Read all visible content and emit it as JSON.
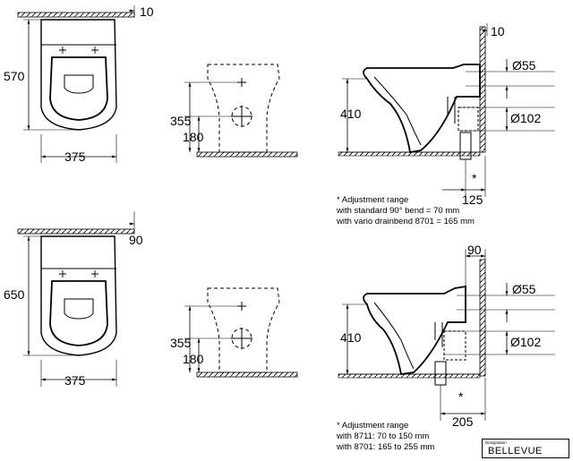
{
  "top_row": {
    "plan": {
      "depth": "570",
      "width": "375",
      "offset": "10"
    },
    "rear": {
      "height_a": "355",
      "height_b": "180"
    },
    "side": {
      "offset": "10",
      "pipe_a": "Ø55",
      "pipe_b": "Ø102",
      "height": "410",
      "outlet": "125",
      "mark": "*"
    }
  },
  "bottom_row": {
    "plan": {
      "depth": "650",
      "width": "375",
      "offset": "90"
    },
    "rear": {
      "height_a": "355",
      "height_b": "180"
    },
    "side": {
      "offset": "90",
      "pipe_a": "Ø55",
      "pipe_b": "Ø102",
      "height": "410",
      "outlet": "205",
      "mark": "*"
    }
  },
  "notes": {
    "top": [
      "* Adjustment range",
      "with standard 90° bend = 70 mm",
      "with vario drainbend 8701 = 165 mm"
    ],
    "bottom": [
      "* Adjustment range",
      "with 8711: 70 to 150 mm",
      "with 8701: 165 to 255 mm"
    ]
  },
  "brand": {
    "small": "Designation",
    "name": "BELLEVUE"
  }
}
